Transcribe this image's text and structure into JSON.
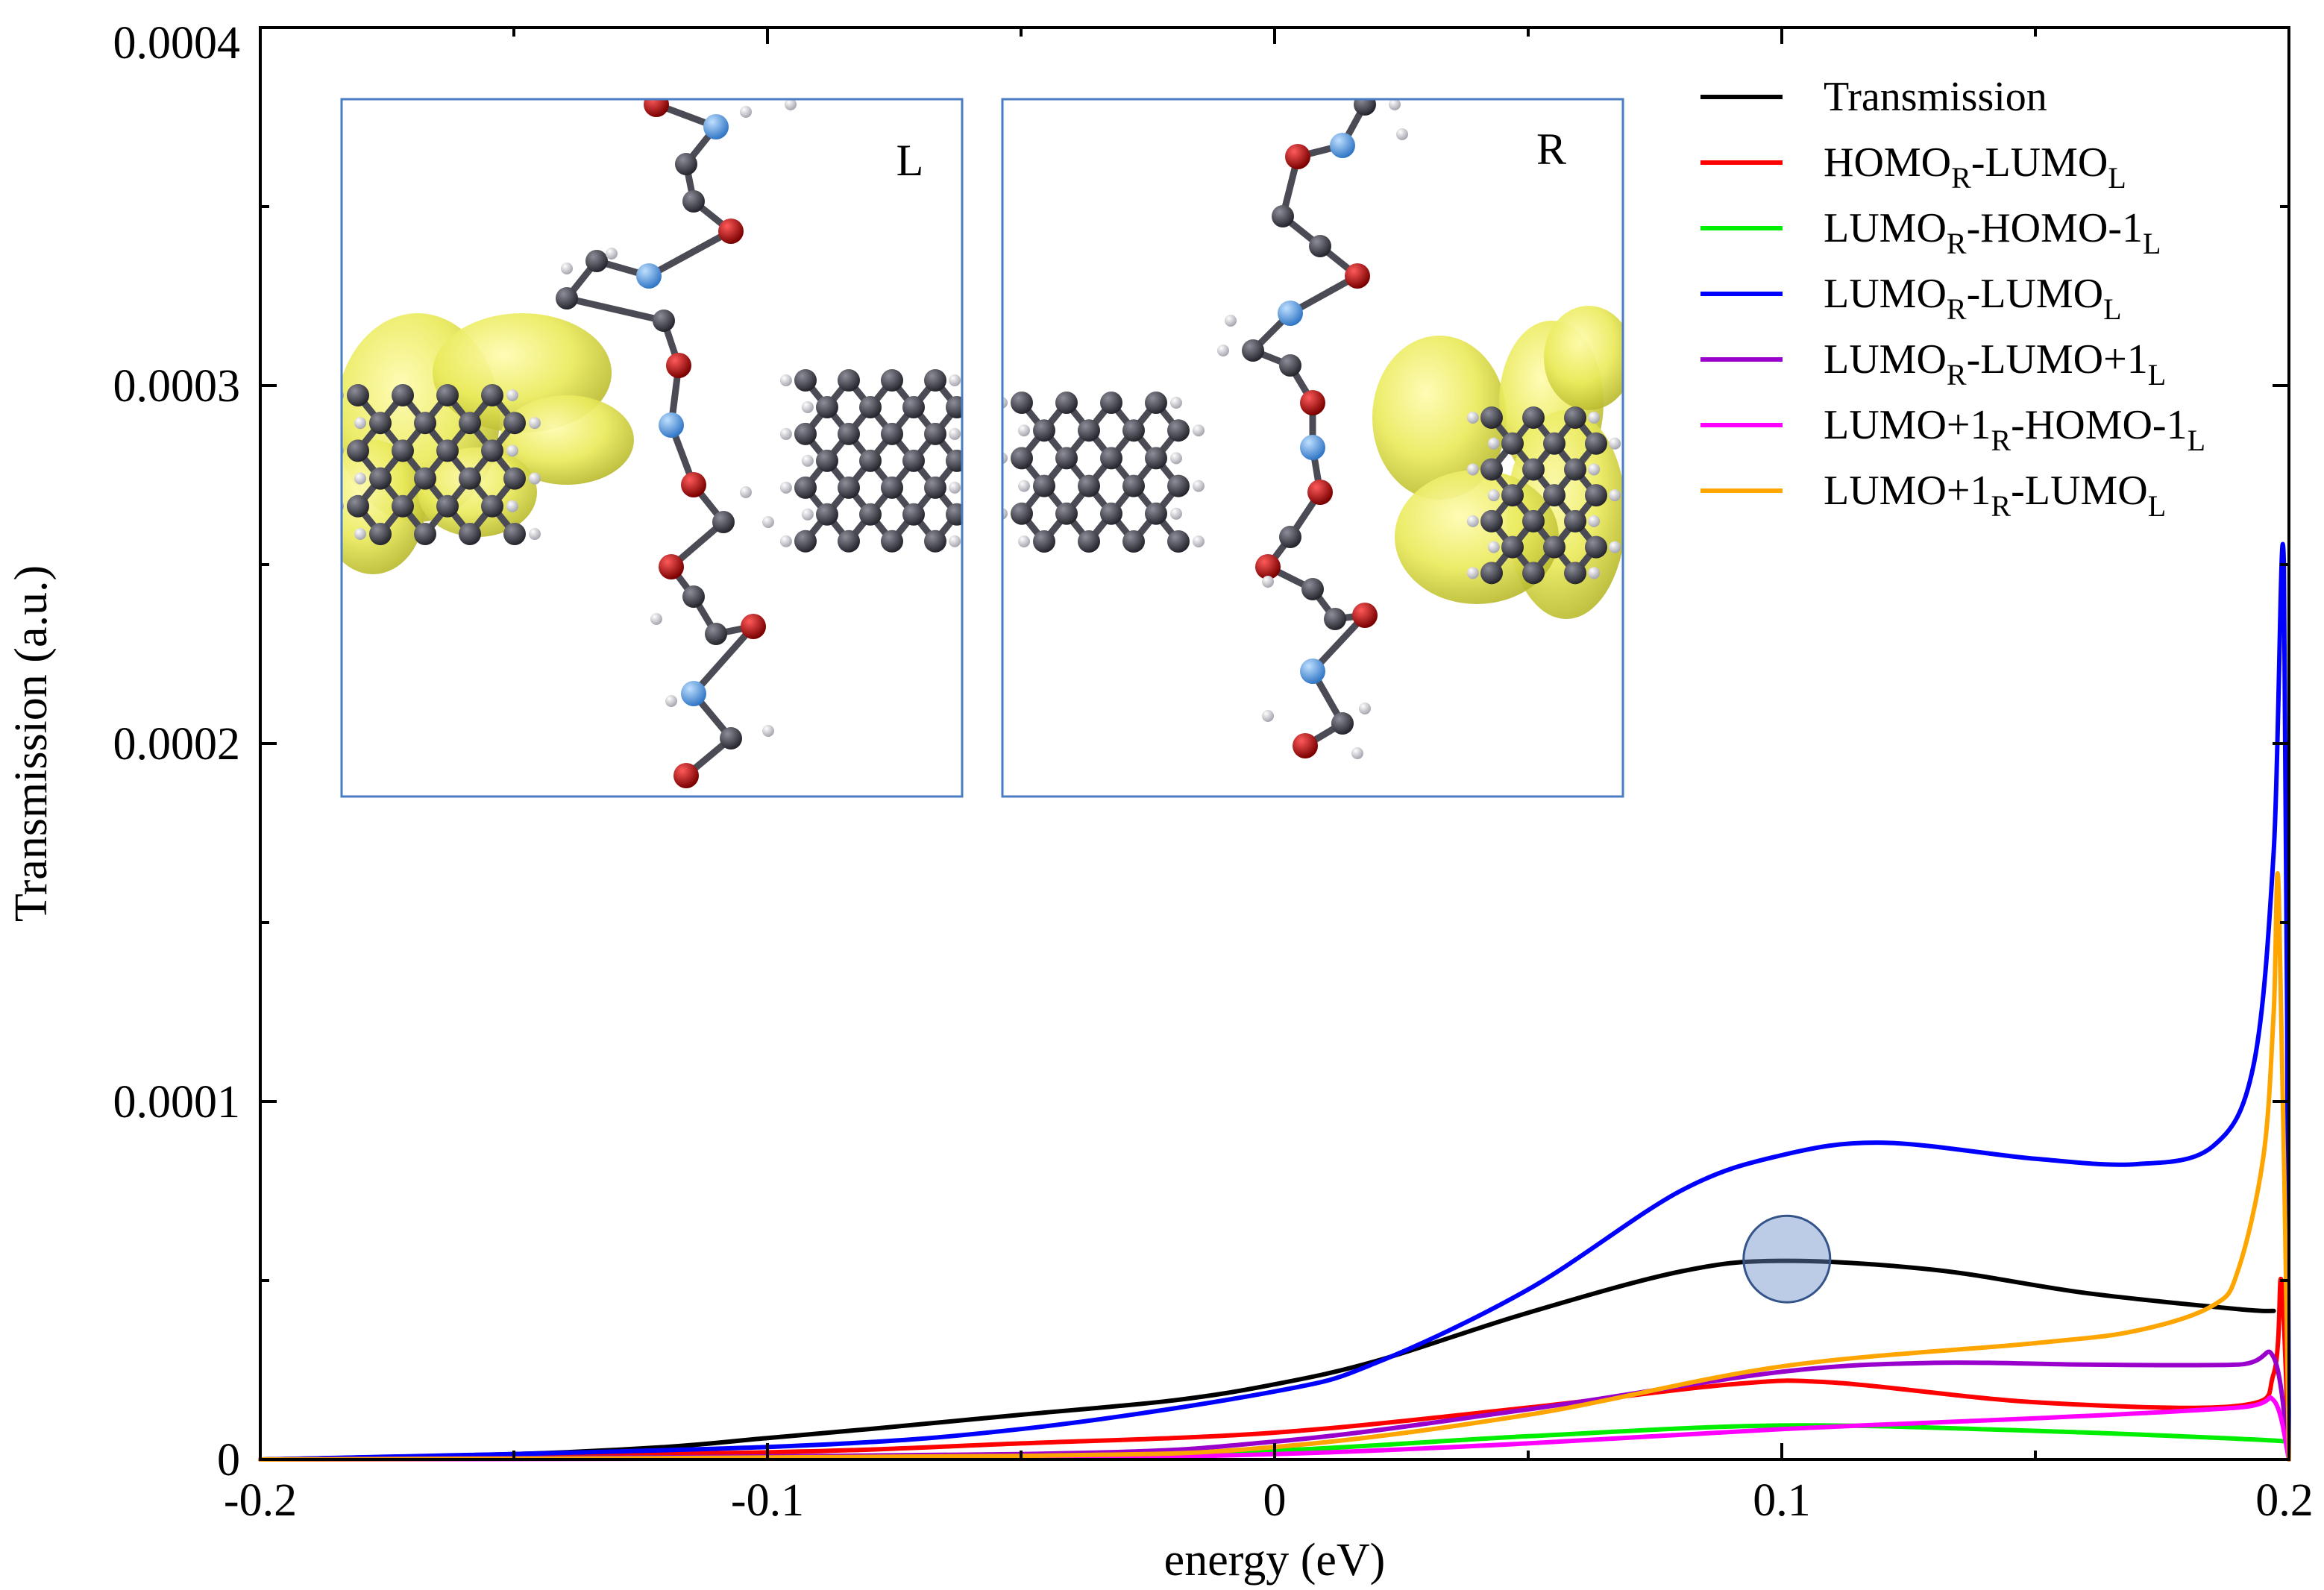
{
  "chart_data": {
    "type": "line",
    "xlabel": "energy (eV)",
    "ylabel": "Transmission (a.u.)",
    "xlim": [
      -0.2,
      0.2
    ],
    "ylim": [
      0,
      0.0004
    ],
    "x_ticks": [
      "-0.2",
      "-0.1",
      "0",
      "0.1",
      "0.2"
    ],
    "y_ticks": [
      "0",
      "0.0001",
      "0.0002",
      "0.0003",
      "0.0004"
    ],
    "legend_position": "top-right",
    "series": [
      {
        "name": "Transmission",
        "legend": {
          "main": "Transmission",
          "parts": []
        },
        "color": "#000000",
        "x": [
          -0.2,
          -0.15,
          -0.12,
          -0.1,
          -0.08,
          -0.05,
          -0.02,
          0,
          0.02,
          0.05,
          0.08,
          0.1,
          0.13,
          0.16,
          0.19,
          0.197
        ],
        "values": [
          0,
          1.5e-06,
          3.5e-06,
          6e-06,
          8.5e-06,
          1.25e-05,
          1.65e-05,
          2.1e-05,
          2.75e-05,
          4.1e-05,
          5.25e-05,
          5.55e-05,
          5.3e-05,
          4.65e-05,
          4.2e-05,
          4.15e-05
        ]
      },
      {
        "name": "HOMO_R-LUMO_L",
        "legend": {
          "main": "HOMO",
          "parts": [
            [
              "R",
              "-LUMO"
            ],
            [
              "L",
              ""
            ]
          ]
        },
        "color": "#ff0000",
        "x": [
          -0.2,
          -0.1,
          -0.05,
          0,
          0.05,
          0.09,
          0.11,
          0.15,
          0.19,
          0.197,
          0.1985,
          0.2
        ],
        "values": [
          0,
          2e-06,
          4.5e-06,
          7.5e-06,
          1.45e-05,
          2.1e-05,
          2.15e-05,
          1.6e-05,
          1.5e-05,
          2.4e-05,
          5e-05,
          0
        ]
      },
      {
        "name": "LUMO_R-HOMO-1_L",
        "legend": {
          "main": "LUMO",
          "parts": [
            [
              "R",
              "-HOMO-1"
            ],
            [
              "L",
              ""
            ]
          ]
        },
        "color": "#00ee00",
        "x": [
          -0.2,
          -0.05,
          0,
          0.05,
          0.1,
          0.15,
          0.19,
          0.2
        ],
        "values": [
          0,
          1.2e-06,
          2.5e-06,
          6.5e-06,
          9.5e-06,
          8e-06,
          5.8e-06,
          5e-06
        ]
      },
      {
        "name": "LUMO_R-LUMO_L",
        "legend": {
          "main": "LUMO",
          "parts": [
            [
              "R",
              "-LUMO"
            ],
            [
              "L",
              ""
            ]
          ]
        },
        "color": "#0000ff",
        "x": [
          -0.2,
          -0.1,
          -0.05,
          0,
          0.02,
          0.05,
          0.08,
          0.1,
          0.12,
          0.15,
          0.17,
          0.185,
          0.193,
          0.197,
          0.199,
          0.2
        ],
        "values": [
          0,
          3.5e-06,
          8.5e-06,
          1.9e-05,
          2.7e-05,
          4.75e-05,
          7.5e-05,
          8.5e-05,
          8.85e-05,
          8.4e-05,
          8.25e-05,
          8.75e-05,
          0.00011,
          0.00017,
          0.00025,
          0
        ]
      },
      {
        "name": "LUMO_R-LUMO+1_L",
        "legend": {
          "main": "LUMO",
          "parts": [
            [
              "R",
              "-LUMO+1"
            ],
            [
              "L",
              ""
            ]
          ]
        },
        "color": "#9900cc",
        "x": [
          -0.2,
          -0.05,
          0,
          0.05,
          0.1,
          0.13,
          0.16,
          0.19,
          0.197,
          0.2
        ],
        "values": [
          0,
          1.5e-06,
          5e-06,
          1.4e-05,
          2.45e-05,
          2.7e-05,
          2.65e-05,
          2.65e-05,
          2.85e-05,
          0
        ]
      },
      {
        "name": "LUMO+1_R-HOMO-1_L",
        "legend": {
          "main": "LUMO+1",
          "parts": [
            [
              "R",
              "-HOMO-1"
            ],
            [
              "L",
              ""
            ]
          ]
        },
        "color": "#ff00ff",
        "x": [
          -0.2,
          -0.05,
          0,
          0.05,
          0.1,
          0.15,
          0.19,
          0.197,
          0.2
        ],
        "values": [
          0,
          5e-07,
          1.5e-06,
          4.5e-06,
          8.5e-06,
          1.15e-05,
          1.45e-05,
          1.65e-05,
          0
        ]
      },
      {
        "name": "LUMO+1_R-LUMO_L",
        "legend": {
          "main": "LUMO+1",
          "parts": [
            [
              "R",
              "-LUMO"
            ],
            [
              "L",
              ""
            ]
          ]
        },
        "color": "#ffa500",
        "x": [
          -0.2,
          -0.05,
          0,
          0.05,
          0.1,
          0.15,
          0.17,
          0.185,
          0.19,
          0.195,
          0.197,
          0.198,
          0.2
        ],
        "values": [
          0,
          1e-06,
          3.5e-06,
          1.25e-05,
          2.6e-05,
          3.25e-05,
          3.6e-05,
          4.3e-05,
          5.3e-05,
          8.5e-05,
          0.000125,
          0.000158,
          0
        ]
      }
    ],
    "marker": {
      "x": 0.101,
      "y": 5.6e-05,
      "color": "#6a8cc7"
    },
    "insets": [
      {
        "label": "L"
      },
      {
        "label": "R"
      }
    ]
  }
}
